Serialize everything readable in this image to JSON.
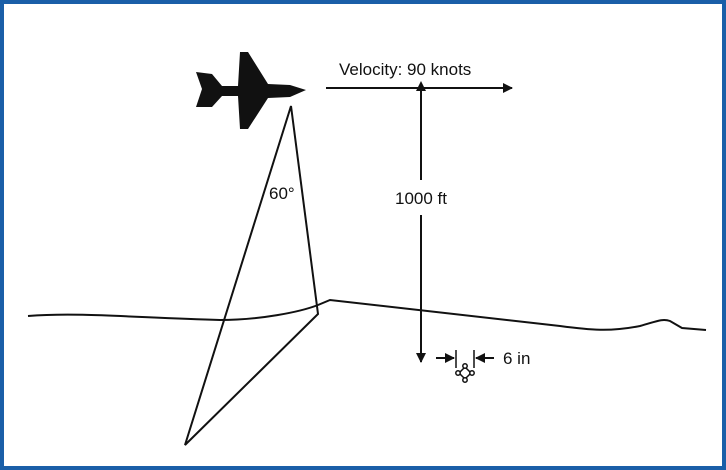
{
  "diagram": {
    "velocity_label": "Velocity: 90 knots",
    "altitude_label": "1000 ft",
    "angle_label": "60°",
    "target_size_label": "6 in"
  },
  "colors": {
    "frame_border": "#1a5fa8",
    "ink": "#111111",
    "background": "#ffffff"
  },
  "icons": {
    "aircraft": "jet-aircraft-icon",
    "target": "ground-target-icon"
  }
}
